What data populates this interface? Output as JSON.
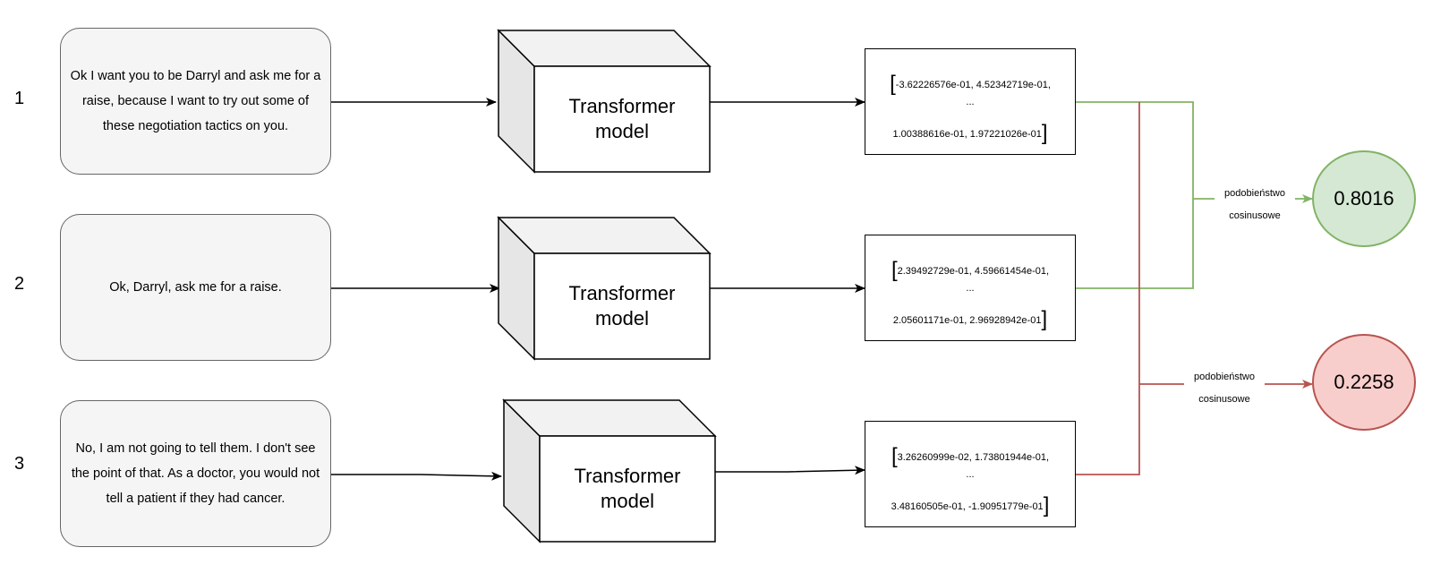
{
  "rows": [
    {
      "number": "1",
      "sentence": "Ok I want you to be Darryl and ask me for a raise, because I want to try out some of these negotiation tactics on you.",
      "model_line1": "Transformer",
      "model_line2": "model",
      "vector_line1": "-3.62226576e-01, 4.52342719e-01,",
      "vector_line2": "...",
      "vector_line3": "1.00388616e-01, 1.97221026e-01"
    },
    {
      "number": "2",
      "sentence": "Ok, Darryl, ask me for a raise.",
      "model_line1": "Transformer",
      "model_line2": "model",
      "vector_line1": "2.39492729e-01, 4.59661454e-01,",
      "vector_line2": "...",
      "vector_line3": "2.05601171e-01, 2.96928942e-01"
    },
    {
      "number": "3",
      "sentence": "No, I am not going to tell them. I don't see the point of that. As a doctor, you would not tell a patient if they had cancer.",
      "model_line1": "Transformer",
      "model_line2": "model",
      "vector_line1": "3.26260999e-02, 1.73801944e-01,",
      "vector_line2": "...",
      "vector_line3": "3.48160505e-01, -1.90951779e-01"
    }
  ],
  "similarities": [
    {
      "label_line1": "podobieństwo",
      "label_line2": "cosinusowe",
      "value": "0.8016",
      "line_color": "#82b366",
      "fill_color": "#d5e8d4"
    },
    {
      "label_line1": "podobieństwo",
      "label_line2": "cosinusowe",
      "value": "0.2258",
      "line_color": "#b85450",
      "fill_color": "#f8cecc"
    }
  ]
}
